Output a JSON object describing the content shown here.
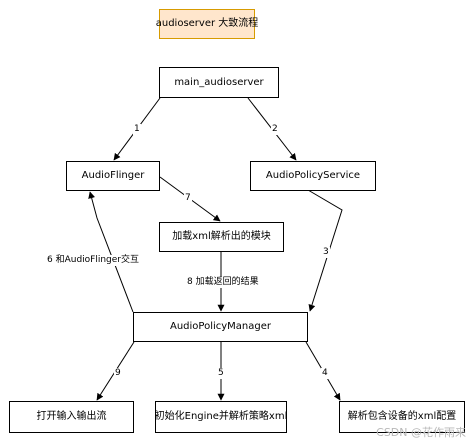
{
  "title": "audioserver 大致流程",
  "nodes": {
    "main_audioserver": "main_audioserver",
    "audio_flinger": "AudioFlinger",
    "audio_policy_service": "AudioPolicyService",
    "load_xml_module": "加载xml解析出的模块",
    "audio_policy_manager": "AudioPolicyManager",
    "open_io_stream": "打开输入输出流",
    "init_engine": "初始化Engine并解析策略xml",
    "parse_xml_config": "解析包含设备的xml配置"
  },
  "edges": [
    {
      "id": "1",
      "label": "1"
    },
    {
      "id": "2",
      "label": "2"
    },
    {
      "id": "3",
      "label": "3"
    },
    {
      "id": "4",
      "label": "4"
    },
    {
      "id": "5",
      "label": "5"
    },
    {
      "id": "6",
      "label": "6 和AudioFlinger交互"
    },
    {
      "id": "7",
      "label": "7"
    },
    {
      "id": "8",
      "label": "8 加载返回的结果"
    },
    {
      "id": "9",
      "label": "9"
    }
  ],
  "watermark": "CSDN @花作雨来"
}
